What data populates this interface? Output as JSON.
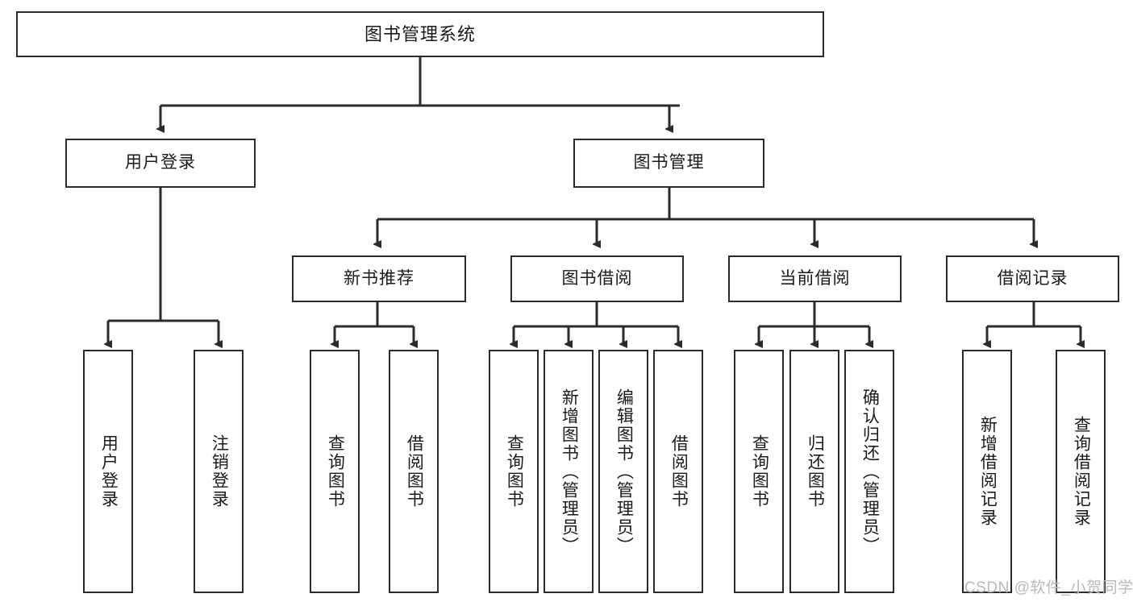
{
  "diagram": {
    "type": "tree-hierarchy",
    "title": "图书管理系统",
    "orientation": "top-down",
    "colors": {
      "box_border": "#2b2b2b",
      "box_fill": "#ffffff",
      "connector": "#2b2b2b",
      "canvas": "#ffffff",
      "watermark": "#b9b9b9"
    },
    "levels": [
      {
        "level": 1,
        "nodes": [
          {
            "id": "root",
            "label": "图书管理系统",
            "orientation": "horizontal"
          }
        ]
      },
      {
        "level": 2,
        "nodes": [
          {
            "id": "user-login",
            "label": "用户登录",
            "orientation": "horizontal",
            "parent": "root"
          },
          {
            "id": "book-mgmt",
            "label": "图书管理",
            "orientation": "horizontal",
            "parent": "root"
          }
        ]
      },
      {
        "level": 3,
        "nodes": [
          {
            "id": "new-book-rec",
            "label": "新书推荐",
            "orientation": "horizontal",
            "parent": "book-mgmt"
          },
          {
            "id": "book-borrow",
            "label": "图书借阅",
            "orientation": "horizontal",
            "parent": "book-mgmt"
          },
          {
            "id": "current-borrow",
            "label": "当前借阅",
            "orientation": "horizontal",
            "parent": "book-mgmt"
          },
          {
            "id": "borrow-record",
            "label": "借阅记录",
            "orientation": "horizontal",
            "parent": "book-mgmt"
          }
        ]
      },
      {
        "level": 4,
        "nodes": [
          {
            "id": "leaf-user-login",
            "label": "用户登录",
            "orientation": "vertical",
            "parent": "user-login"
          },
          {
            "id": "leaf-logout",
            "label": "注销登录",
            "orientation": "vertical",
            "parent": "user-login"
          },
          {
            "id": "leaf-query-book-1",
            "label": "查询图书",
            "orientation": "vertical",
            "parent": "new-book-rec"
          },
          {
            "id": "leaf-borrow-book-1",
            "label": "借阅图书",
            "orientation": "vertical",
            "parent": "new-book-rec"
          },
          {
            "id": "leaf-query-book-2",
            "label": "查询图书",
            "orientation": "vertical",
            "parent": "book-borrow"
          },
          {
            "id": "leaf-add-book",
            "label": "新增图书（管理员）",
            "orientation": "vertical",
            "parent": "book-borrow"
          },
          {
            "id": "leaf-edit-book",
            "label": "编辑图书（管理员）",
            "orientation": "vertical",
            "parent": "book-borrow"
          },
          {
            "id": "leaf-borrow-book-2",
            "label": "借阅图书",
            "orientation": "vertical",
            "parent": "book-borrow"
          },
          {
            "id": "leaf-query-book-3",
            "label": "查询图书",
            "orientation": "vertical",
            "parent": "current-borrow"
          },
          {
            "id": "leaf-return-book",
            "label": "归还图书",
            "orientation": "vertical",
            "parent": "current-borrow"
          },
          {
            "id": "leaf-confirm-return",
            "label": "确认归还（管理员）",
            "orientation": "vertical",
            "parent": "current-borrow"
          },
          {
            "id": "leaf-add-record",
            "label": "新增借阅记录",
            "orientation": "vertical",
            "parent": "borrow-record"
          },
          {
            "id": "leaf-query-record",
            "label": "查询借阅记录",
            "orientation": "vertical",
            "parent": "borrow-record"
          }
        ]
      }
    ]
  },
  "watermark": {
    "text": "CSDN @软件_小贺同学"
  }
}
